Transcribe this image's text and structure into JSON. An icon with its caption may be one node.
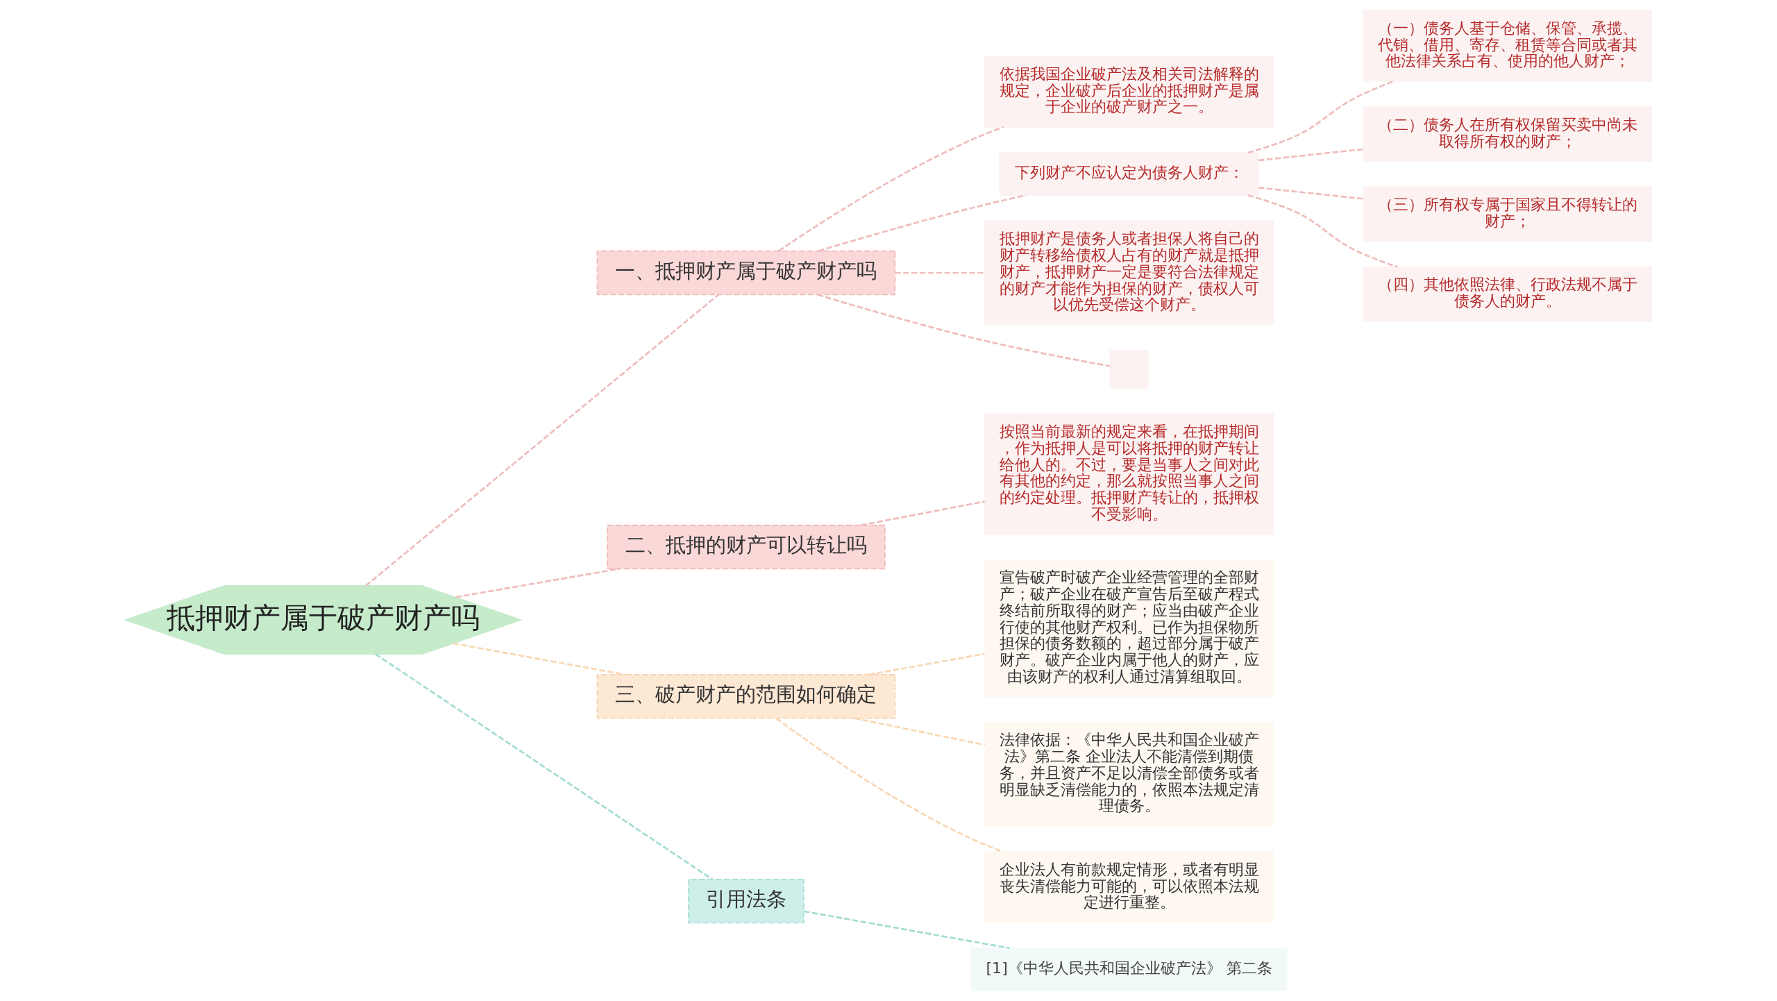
{
  "diagram": {
    "nodes": [
      {
        "text": [
          "抵押财产属于破产财产吗"
        ]
      },
      {
        "text": [
          "一、抵押财产属于破产财产吗"
        ]
      },
      {
        "text": [
          "依据我国企业破产法及相关司法解释的规定，企业破产后企业的抵押财产是属于企业的破产财产之一。"
        ]
      },
      {
        "text": [
          "下列财产不应认定为债务人财产："
        ]
      },
      {
        "text": [
          "（一）债务人基于仓储、保管、承揽、代销、借用、寄存、租赁等合同或者其他法律关系占有、使用的他人财产；"
        ]
      },
      {
        "text": [
          "（二）债务人在所有权保留买卖中尚未取得所有权的财产；"
        ]
      },
      {
        "text": [
          "（三）所有权专属于国家且不得转让的财产；"
        ]
      },
      {
        "text": [
          "（四）其他依照法律、行政法规不属于债务人的财产。"
        ]
      },
      {
        "text": [
          "抵押财产是债务人或者担保人将自己的财产转移给债权人占有的财产就是抵押财产，抵押财产一定是要符合法律规定的财产才能作为担保的财产，债权人可以优先受偿这个财产。"
        ]
      },
      {
        "text": [],
        "shape": "box"
      },
      {
        "text": [
          "二、抵押的财产可以转让吗"
        ]
      },
      {
        "text": [
          "按照当前最新的规定来看，在抵押期间，作为抵押人是可以将抵押的财产转让给他人的。不过，要是当事人之间对此有其他的约定，那么就按照当事人之间的约定处理。抵押财产转让的，抵押权不受影响。"
        ]
      },
      {
        "text": [
          "三、破产财产的范围如何确定"
        ]
      },
      {
        "text": [
          "宣告破产时破产企业经营管理的全部财产；破产企业在破产宣告后至破产程式终结前所取得的财产；应当由破产企业行使的其他财产权利。已作为担保物所担保的债务数额的，超过部分属于破产财产。破产企业内属于他人的财产，应由该财产的权利人通过清算组取回。"
        ]
      },
      {
        "text": [
          "法律依据：《中华人民共和国企业破产法》第二条 企业法人不能清偿到期债务，并且资产不足以清偿全部债务或者明显缺乏清偿能力的，依照本法规定清理债务。"
        ]
      },
      {
        "text": [
          "企业法人有前款规定情形，或者有明显丧失清偿能力可能的，可以依照本法规定进行重整。"
        ]
      },
      {
        "text": [
          "引用法条"
        ]
      },
      {
        "text": [
          "[1]《中华人民共和国企业破产法》 第二条"
        ]
      }
    ],
    "edges": [
      {
        "from": 0,
        "to": 1,
        "arrow": "none",
        "style": "dashed"
      },
      {
        "from": 1,
        "to": 2,
        "arrow": "none",
        "style": "dashed"
      },
      {
        "from": 1,
        "to": 3,
        "arrow": "none",
        "style": "dashed"
      },
      {
        "from": 3,
        "to": 4,
        "arrow": "none",
        "style": "dashed"
      },
      {
        "from": 3,
        "to": 5,
        "arrow": "none",
        "style": "dashed"
      },
      {
        "from": 3,
        "to": 6,
        "arrow": "none",
        "style": "dashed"
      },
      {
        "from": 3,
        "to": 7,
        "arrow": "none",
        "style": "dashed"
      },
      {
        "from": 1,
        "to": 8,
        "arrow": "none",
        "style": "dashed"
      },
      {
        "from": 1,
        "to": 9,
        "arrow": "none",
        "style": "dashed"
      },
      {
        "from": 0,
        "to": 10,
        "arrow": "none",
        "style": "dashed"
      },
      {
        "from": 10,
        "to": 11,
        "arrow": "none",
        "style": "dashed"
      },
      {
        "from": 0,
        "to": 12,
        "arrow": "none",
        "style": "dashed",
        "color": "#f8d7b4"
      },
      {
        "from": 12,
        "to": 13,
        "arrow": "none",
        "style": "dashed",
        "color": "#f8d7b4"
      },
      {
        "from": 12,
        "to": 14,
        "arrow": "none",
        "style": "dashed",
        "color": "#f8d7b4"
      },
      {
        "from": 12,
        "to": 15,
        "arrow": "none",
        "style": "dashed",
        "color": "#f8d7b4"
      },
      {
        "from": 0,
        "to": 16,
        "arrow": "none",
        "style": "dashed",
        "color": "#a3dcd4"
      },
      {
        "from": 16,
        "to": 17,
        "arrow": "none",
        "style": "dashed",
        "color": "#a3dcd4"
      }
    ]
  }
}
